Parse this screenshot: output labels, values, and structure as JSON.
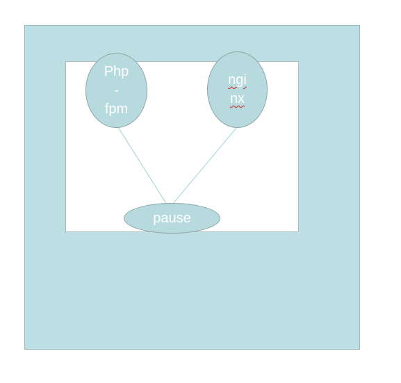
{
  "colors": {
    "panel_fill": "#bcdfe3",
    "node_fill": "#b6dade",
    "connector": "#a9dcde",
    "text": "#ffffff",
    "spellcheck_underline": "#d11f1f"
  },
  "nodes": {
    "phpfpm": {
      "lines": [
        "Php",
        "-",
        "fpm"
      ]
    },
    "nginx": {
      "lines": [
        "ngi",
        "nx"
      ]
    },
    "pause": {
      "label": "pause"
    }
  }
}
